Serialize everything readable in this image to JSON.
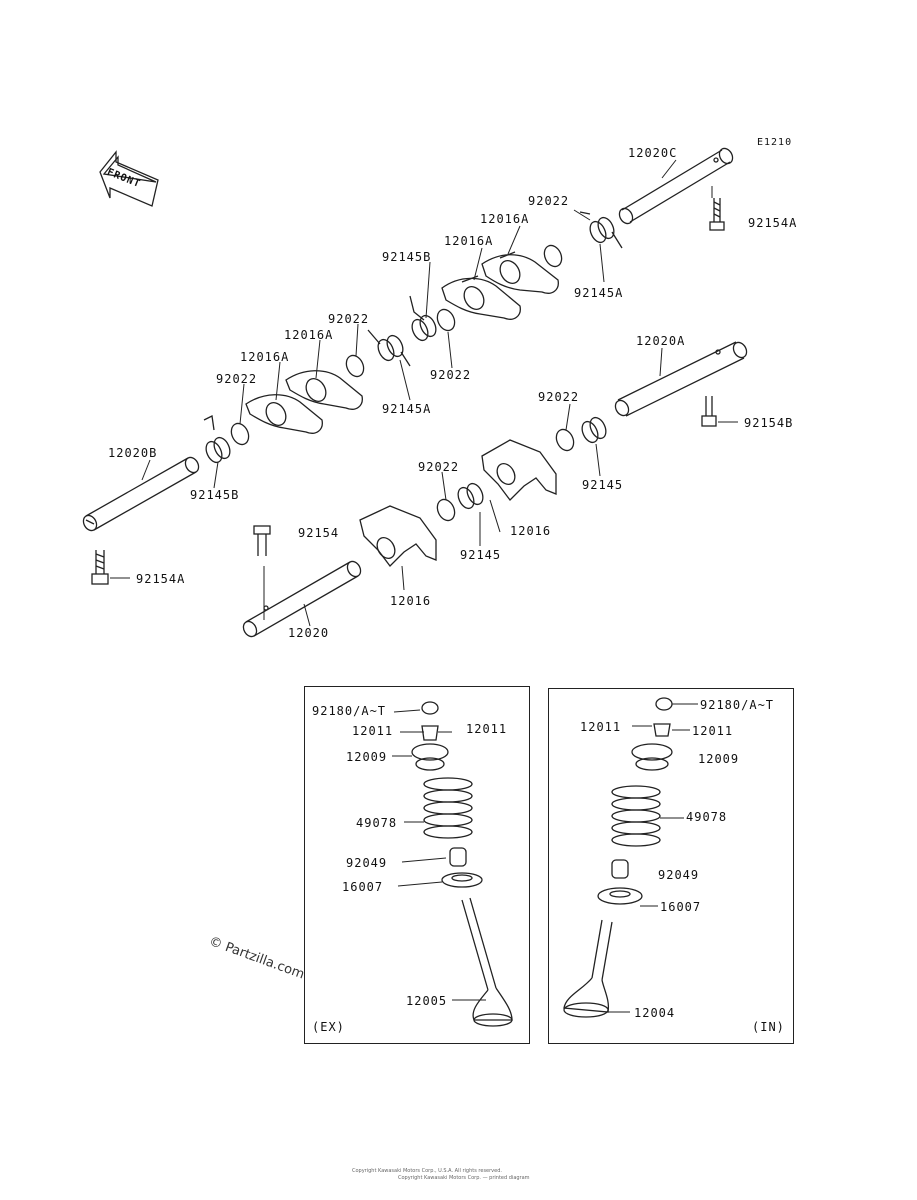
{
  "diagram_code": "E1210",
  "front_arrow": "FRONT",
  "watermark": "© Partzilla.com",
  "copyright_line_1": "Copyright Kawasaki Motors Corp., U.S.A. All rights reserved.",
  "copyright_line_2": "Copyright Kawasaki Motors Corp. — printed diagram",
  "upper_labels": {
    "l_12020C": "12020C",
    "l_92154A_top": "92154A",
    "l_92022_a": "92022",
    "l_12016A_a": "12016A",
    "l_12016A_b": "12016A",
    "l_92145B_top": "92145B",
    "l_92145A_a": "92145A",
    "l_92022_b": "92022",
    "l_12016A_c": "12016A",
    "l_12016A_d": "12016A",
    "l_92022_c": "92022",
    "l_92022_d": "92022",
    "l_92145A_b": "92145A",
    "l_12020A": "12020A",
    "l_92154B": "92154B",
    "l_12020B": "12020B",
    "l_92145B_bot": "92145B",
    "l_92022_e": "92022",
    "l_92145_a": "92145",
    "l_92022_f": "92022",
    "l_12016_a": "12016",
    "l_92154": "92154",
    "l_92145_b": "92145",
    "l_92154A_bot": "92154A",
    "l_12016_b": "12016",
    "l_12020": "12020"
  },
  "ex_box": {
    "tag": "(EX)",
    "l_92180": "92180/A~T",
    "l_12011_left": "12011",
    "l_12011_right": "12011",
    "l_12009": "12009",
    "l_49078": "49078",
    "l_92049": "92049",
    "l_16007": "16007",
    "l_12005": "12005"
  },
  "in_box": {
    "tag": "(IN)",
    "l_92180": "92180/A~T",
    "l_12011_left": "12011",
    "l_12011_right": "12011",
    "l_12009": "12009",
    "l_49078": "49078",
    "l_92049": "92049",
    "l_16007": "16007",
    "l_12004": "12004"
  }
}
